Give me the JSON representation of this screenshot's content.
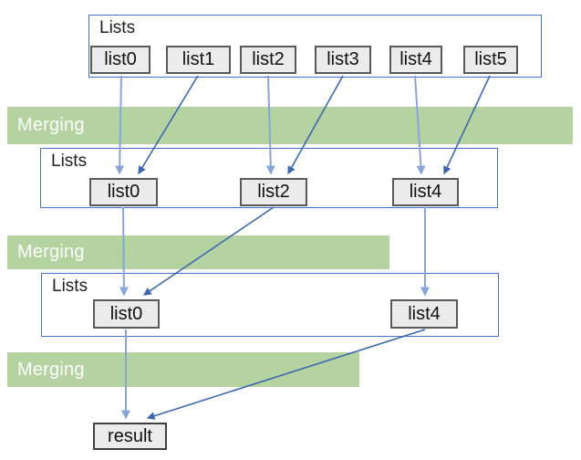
{
  "diagram": {
    "stages": [
      {
        "label": "Lists",
        "items": [
          "list0",
          "list1",
          "list2",
          "list3",
          "list4",
          "list5"
        ]
      },
      {
        "label": "Lists",
        "items": [
          "list0",
          "list2",
          "list4"
        ]
      },
      {
        "label": "Lists",
        "items": [
          "list0",
          "list4"
        ]
      }
    ],
    "bands": [
      {
        "label": "Merging"
      },
      {
        "label": "Merging"
      },
      {
        "label": "Merging"
      }
    ],
    "result_label": "result"
  },
  "colors": {
    "band_fill": "#b5d3a0",
    "band_text": "#ffffff",
    "container_border": "#4472c4",
    "item_fill": "#ebebeb",
    "item_border": "#595959",
    "arrow_vertical": "#87a5dc",
    "arrow_diagonal": "#3c68b0"
  }
}
